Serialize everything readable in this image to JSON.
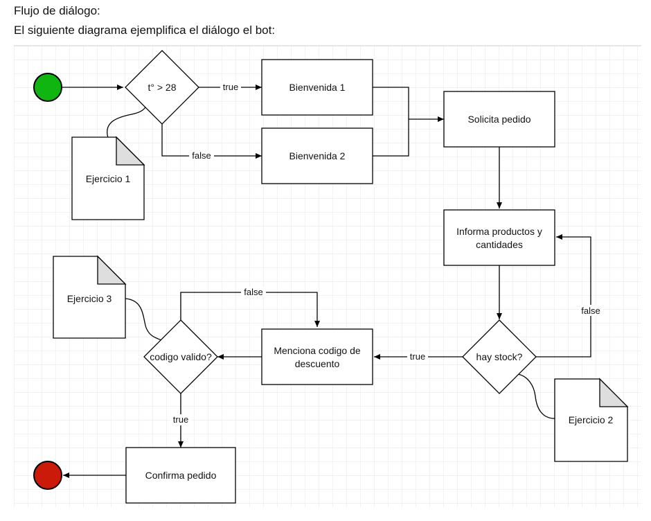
{
  "header": {
    "title": "Flujo de diálogo:",
    "subtitle": "El siguiente diagrama ejemplifica el diálogo el bot:"
  },
  "colors": {
    "start": "#11b511",
    "end": "#cc1a0a",
    "grid": "#e4e4e4",
    "stroke": "#000000"
  },
  "nodes": {
    "decision_temp": "t° > 28",
    "bienvenida1": "Bienvenida 1",
    "bienvenida2": "Bienvenida 2",
    "solicita": "Solicita pedido",
    "informa_l1": "Informa productos y",
    "informa_l2": "cantidades",
    "stock": "hay stock?",
    "menciona_l1": "Menciona codigo de",
    "menciona_l2": "descuento",
    "codigo": "codigo valido?",
    "confirma": "Confirma pedido"
  },
  "notes": {
    "ej1": "Ejercicio 1",
    "ej2": "Ejercicio 2",
    "ej3": "Ejercicio 3"
  },
  "edges": {
    "temp_true": "true",
    "temp_false": "false",
    "stock_true": "true",
    "stock_false": "false",
    "codigo_false": "false",
    "codigo_true": "true"
  }
}
